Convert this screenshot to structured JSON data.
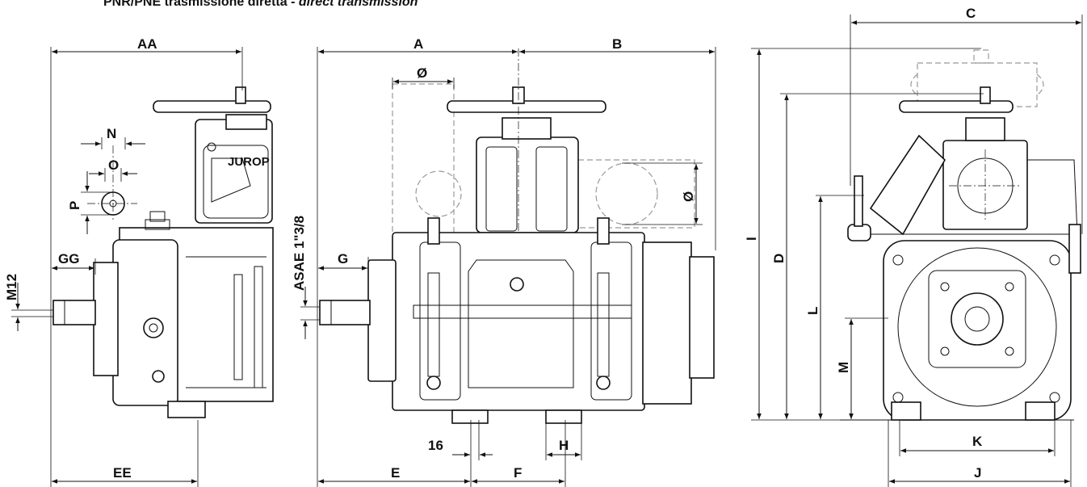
{
  "title": {
    "main": "PNR/PNE trasmissione diretta - ",
    "italic": "direct transmission"
  },
  "dimensions": {
    "AA": "AA",
    "A": "A",
    "B": "B",
    "C": "C",
    "D": "D",
    "I": "I",
    "L": "L",
    "M": "M",
    "K": "K",
    "J": "J",
    "E": "E",
    "F": "F",
    "H": "H",
    "G": "G",
    "GG": "GG",
    "EE": "EE",
    "N": "N",
    "O": "O",
    "P": "P",
    "M12": "M12",
    "shaft": "ASAE 1\"3/8",
    "sixteen": "16",
    "dia1": "Ø",
    "dia2": "Ø"
  },
  "brand_mark": "JUROP"
}
